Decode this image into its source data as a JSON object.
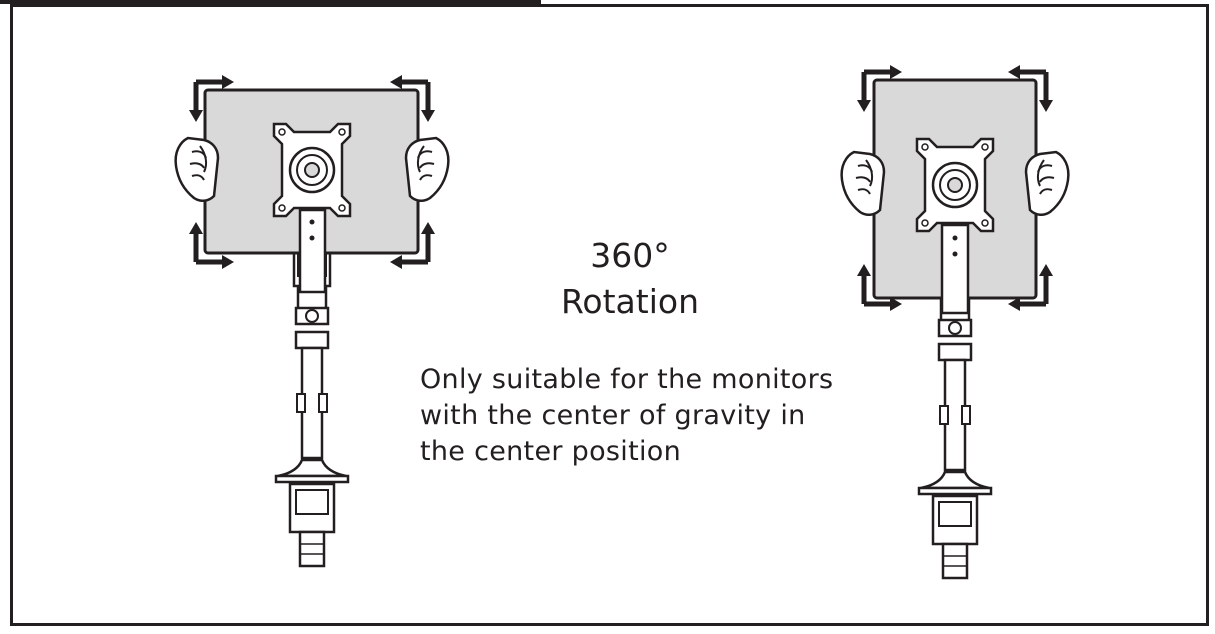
{
  "title": {
    "line1": "360°",
    "line2": "Rotation"
  },
  "note": {
    "line1": "Only suitable for the monitors",
    "line2": "with the center of gravity in",
    "line3": "the center position"
  },
  "colors": {
    "ink": "#231f20",
    "screen": "#d9d9d9",
    "background": "#ffffff"
  },
  "figures": [
    {
      "name": "landscape-monitor-rotation",
      "orientation": "landscape"
    },
    {
      "name": "portrait-monitor-rotation",
      "orientation": "portrait"
    }
  ]
}
